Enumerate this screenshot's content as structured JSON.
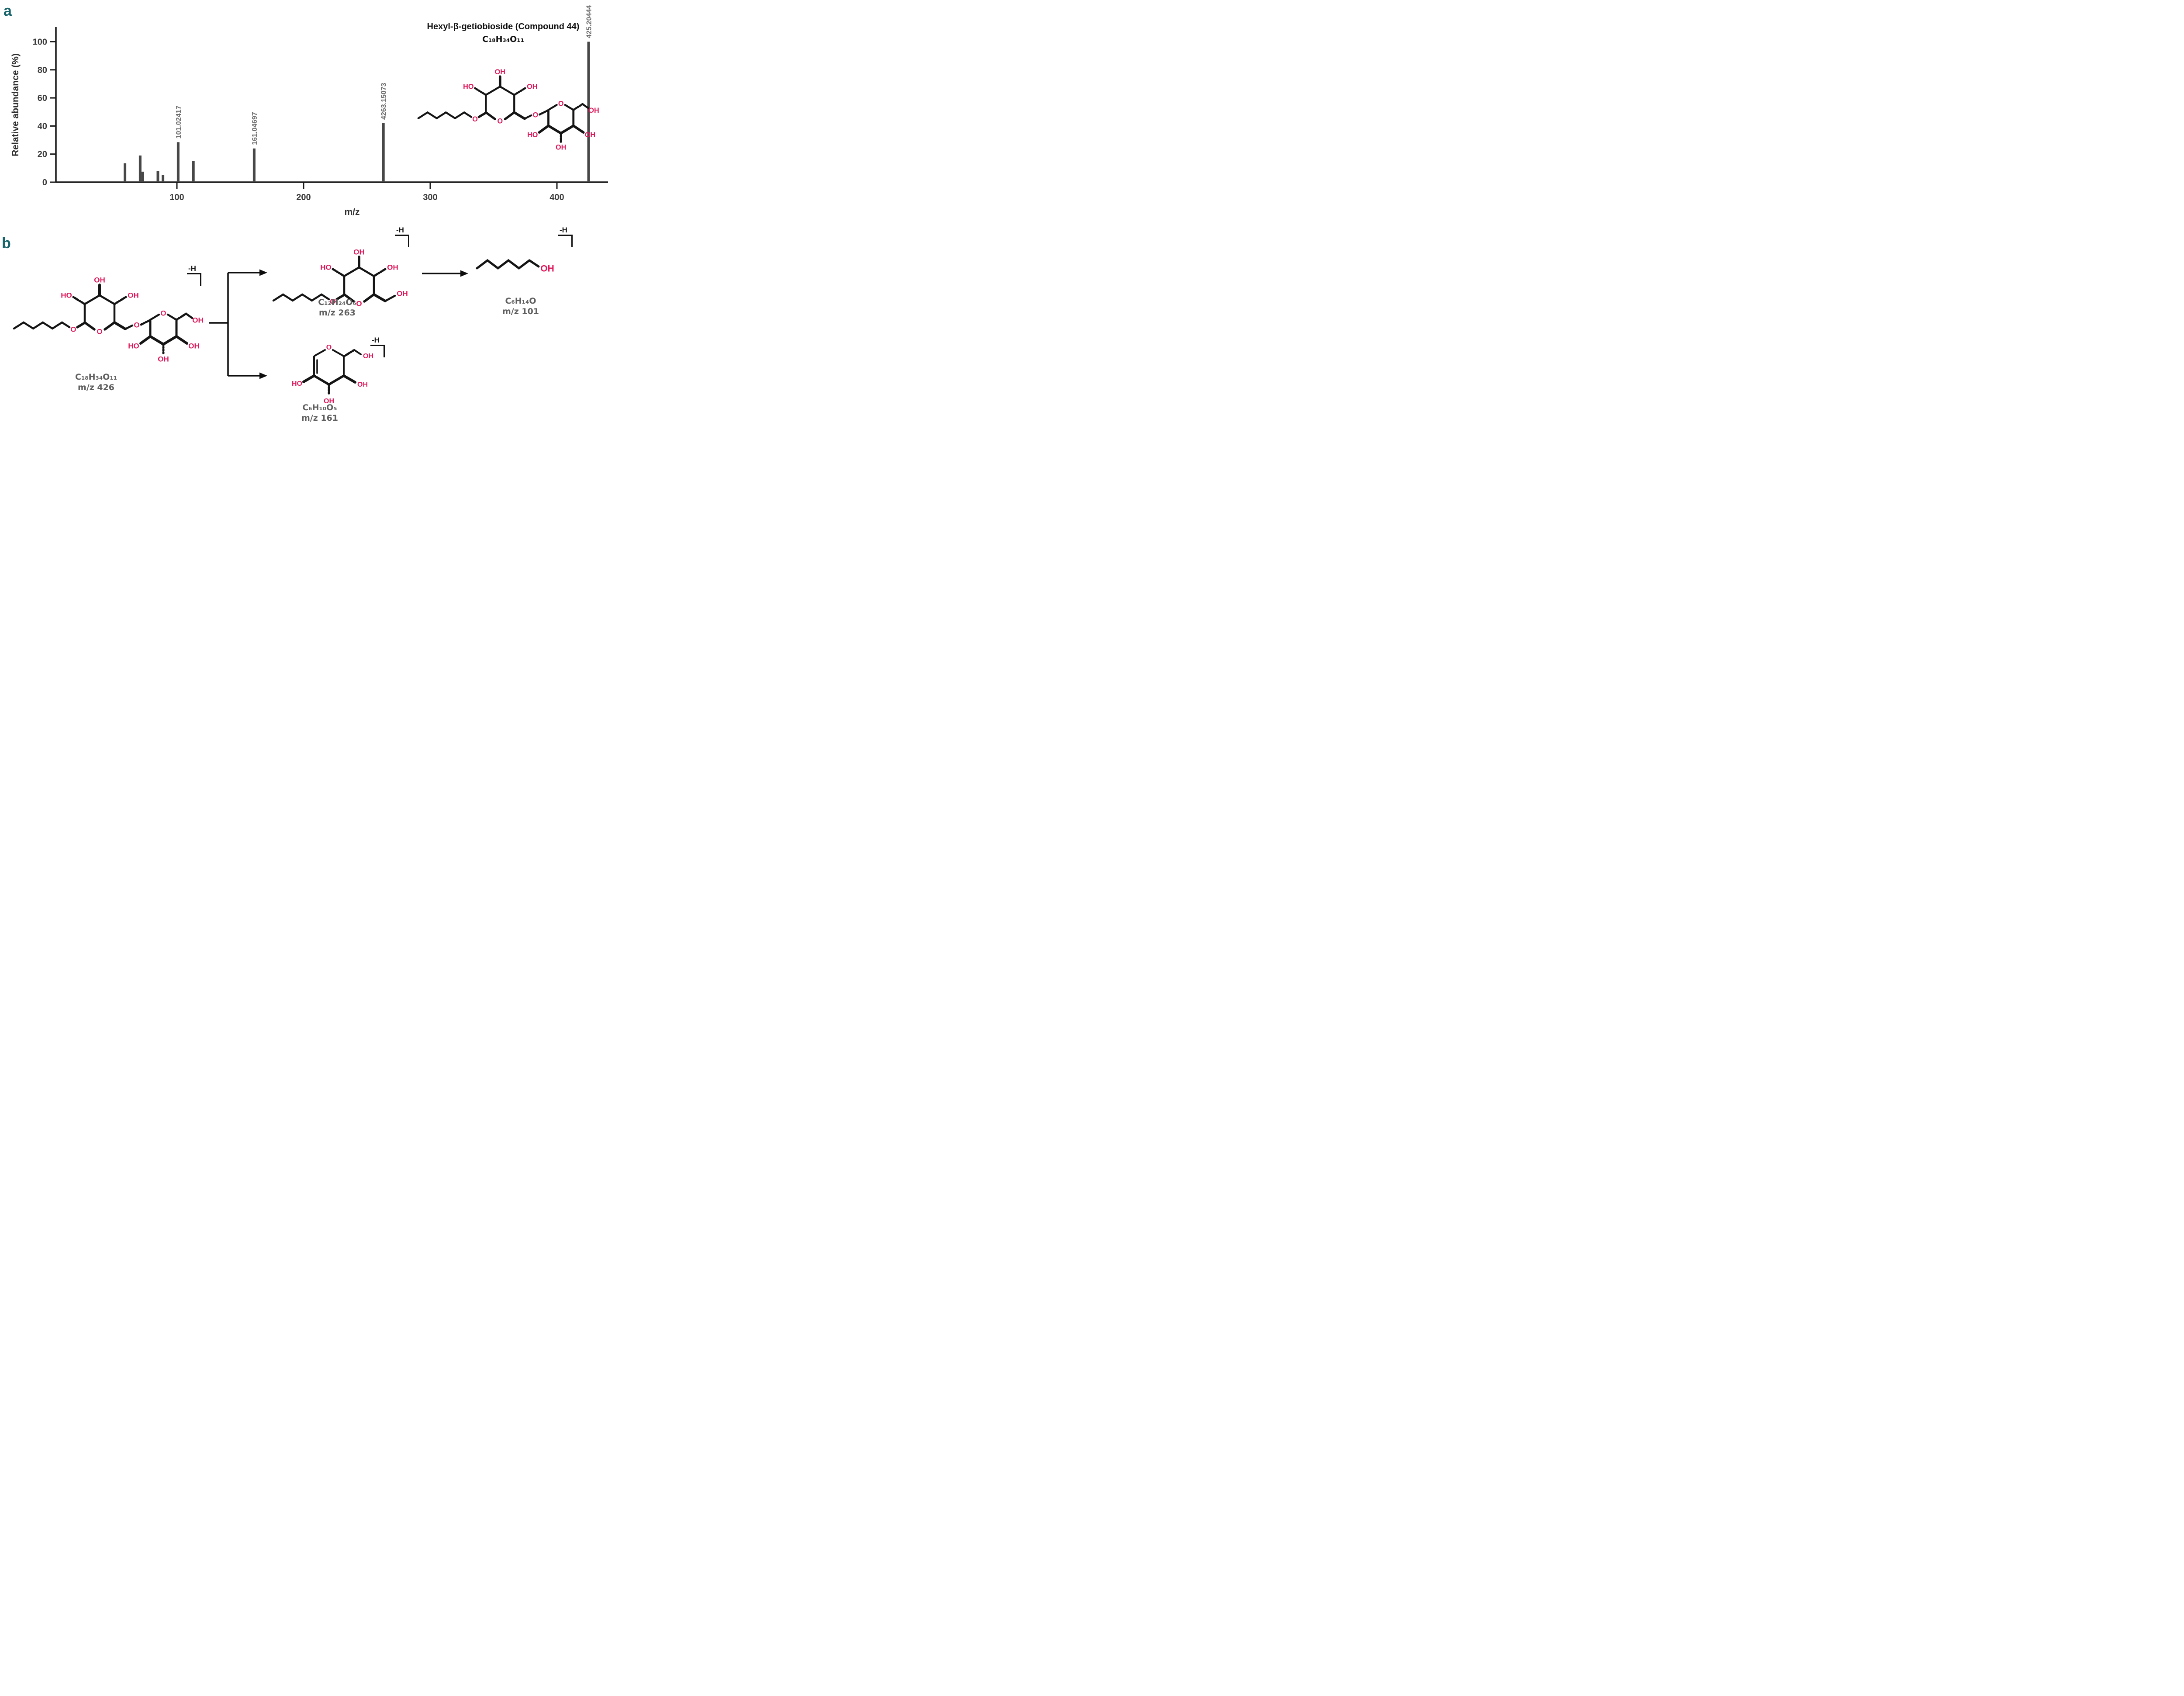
{
  "panel_a_label": "a",
  "panel_b_label": "b",
  "compound_header": {
    "name": "Hexyl-β-getiobioside (Compound 44)",
    "formula": "C₁₈H₃₄O₁₁"
  },
  "chart_data": {
    "type": "bar",
    "title": "Hexyl-β-getiobioside (Compound 44)",
    "xlabel": "m/z",
    "ylabel": "Relative abundance (%)",
    "xlim": [
      10,
      440
    ],
    "ylim": [
      0,
      110
    ],
    "xticks": [
      100,
      200,
      300,
      400
    ],
    "yticks": [
      0,
      20,
      40,
      60,
      80,
      100
    ],
    "grid": false,
    "peaks": [
      {
        "mz": 59,
        "abundance": 13.5,
        "label": ""
      },
      {
        "mz": 71,
        "abundance": 19,
        "label": ""
      },
      {
        "mz": 73,
        "abundance": 7.5,
        "label": ""
      },
      {
        "mz": 85,
        "abundance": 8,
        "label": ""
      },
      {
        "mz": 89,
        "abundance": 5,
        "label": ""
      },
      {
        "mz": 101,
        "abundance": 28.5,
        "label": "101.02417"
      },
      {
        "mz": 113,
        "abundance": 15,
        "label": ""
      },
      {
        "mz": 161,
        "abundance": 24,
        "label": "161.04697"
      },
      {
        "mz": 263,
        "abundance": 42,
        "label": "4263.15073"
      },
      {
        "mz": 425,
        "abundance": 100,
        "label": "425.20444"
      }
    ]
  },
  "atoms": {
    "o": "O",
    "oh": "OH",
    "ho": "HO",
    "minus_h": "-H"
  },
  "fragments": {
    "parent": {
      "formula": "C₁₈H₃₄O₁₁",
      "mz_label": "m/z 426"
    },
    "f263": {
      "formula": "C₁₂H₂₄O₆",
      "mz_label": "m/z 263"
    },
    "f101": {
      "formula": "C₆H₁₄O",
      "mz_label": "m/z 101"
    },
    "f161": {
      "formula": "C₆H₁₀O₅",
      "mz_label": "m/z 161"
    }
  },
  "colors": {
    "crimson": "#de175a",
    "teal": "#17646a",
    "bar": "#474747",
    "axis": "#1a1a1a",
    "peak_label_gray": "#6e6e6e",
    "formula_gray": "#5f5f5f"
  }
}
